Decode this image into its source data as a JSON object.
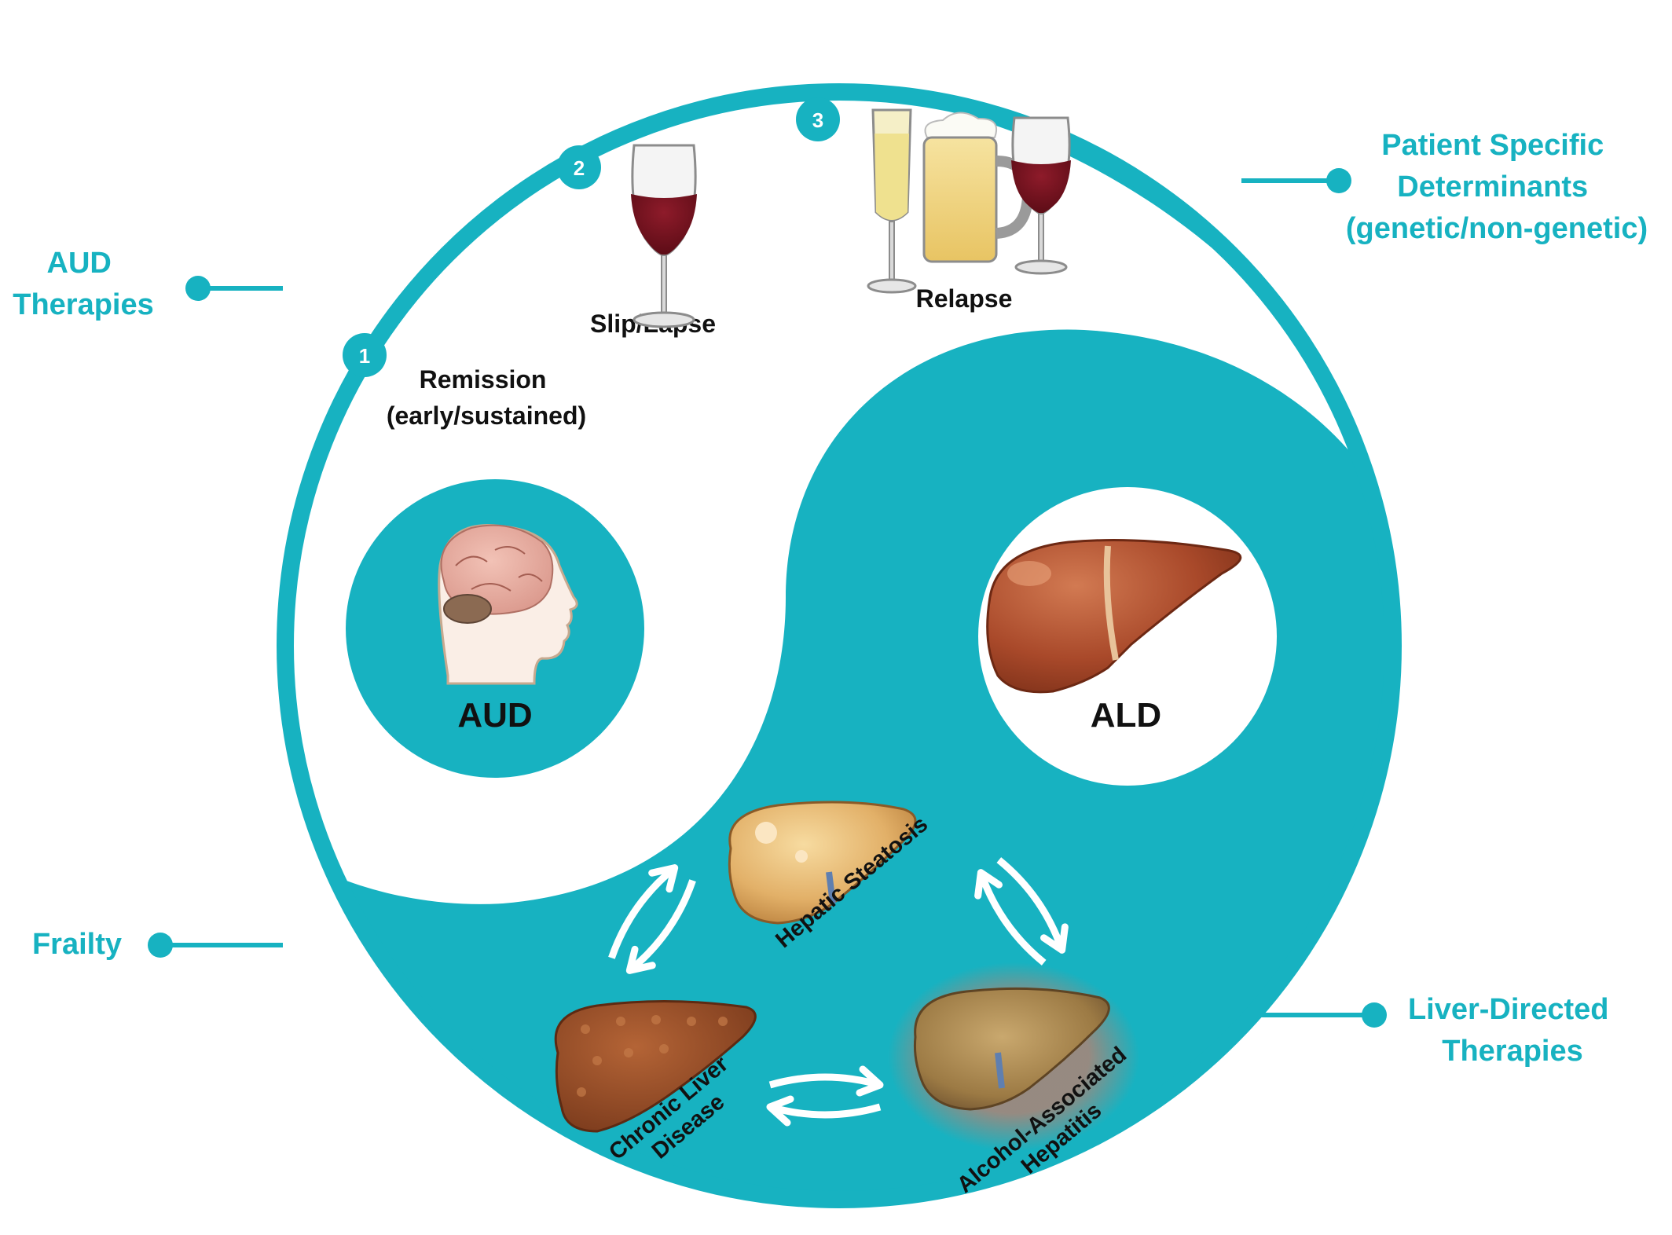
{
  "colors": {
    "teal": "#17b2c1",
    "white": "#ffffff",
    "text": "#111111"
  },
  "side_labels": {
    "aud_therapies": [
      "AUD",
      "Therapies"
    ],
    "patient_specific": [
      "Patient Specific",
      "Determinants",
      "(genetic/non-genetic)"
    ],
    "frailty": [
      "Frailty"
    ],
    "liver_directed": [
      "Liver-Directed",
      "Therapies"
    ]
  },
  "stages": [
    {
      "number": "1",
      "label_lines": [
        "Remission",
        "(early/sustained)"
      ]
    },
    {
      "number": "2",
      "label_lines": [
        "Slip/Lapse"
      ]
    },
    {
      "number": "3",
      "label_lines": [
        "Relapse"
      ]
    }
  ],
  "centers": {
    "aud": "AUD",
    "ald": "ALD"
  },
  "liver_states": {
    "steatosis": [
      "Hepatic Steatosis"
    ],
    "chronic": [
      "Chronic Liver",
      "Disease"
    ],
    "hepatitis": [
      "Alcohol-Associated",
      "Hepatitis"
    ]
  },
  "icons": [
    "brain-head-icon",
    "liver-icon",
    "wine-glass-icon",
    "champagne-glass-icon",
    "beer-mug-icon",
    "fatty-liver-icon",
    "cirrhotic-liver-icon",
    "inflamed-liver-icon",
    "bidirectional-arrow-icon"
  ]
}
